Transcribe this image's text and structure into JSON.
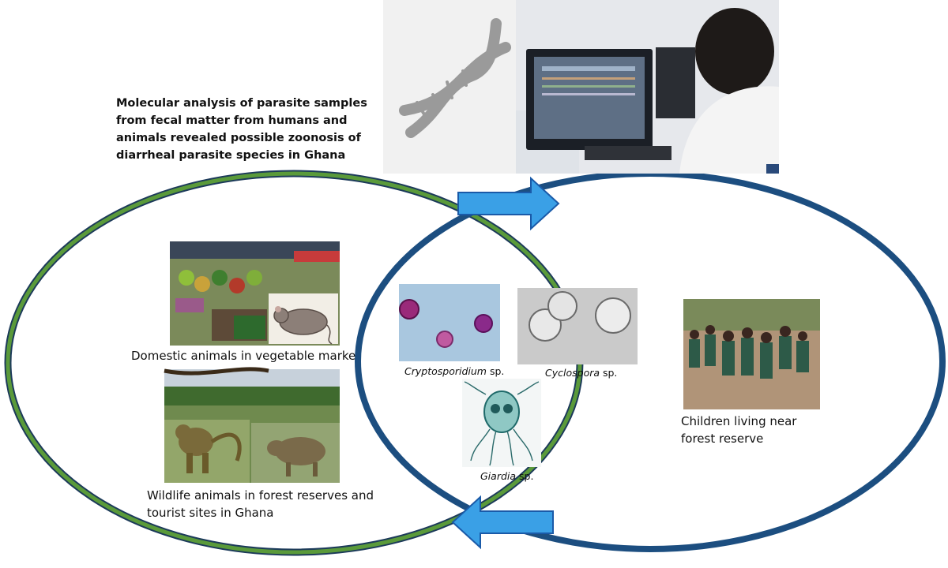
{
  "headline": "Molecular analysis of parasite samples from fecal matter from humans and animals revealed possible zoonosis of diarrheal parasite species in Ghana",
  "captions": {
    "domestic": "Domestic animals in vegetable marke",
    "wildlife": "Wildlife animals in forest reserves and tourist sites in Ghana",
    "children": "Children living near forest reserve"
  },
  "species": {
    "cryptosporidium": {
      "genus": "Cryptosporidium",
      "suffix": " sp."
    },
    "cyclospora": {
      "genus": "Cyclospora",
      "suffix": " sp."
    },
    "giardia": {
      "genus": "Giardia",
      "suffix": " sp."
    }
  },
  "colors": {
    "green_ring": "#5a9a3a",
    "blue_ring": "#1c4e80",
    "ring_outline": "#1c3a5a",
    "arrow_fill": "#3aa0e6",
    "arrow_stroke": "#1a5aa8"
  },
  "icons": {
    "dna": "dna-helix-icon",
    "arrow_top": "right-arrow-icon",
    "arrow_bottom": "left-arrow-icon"
  }
}
